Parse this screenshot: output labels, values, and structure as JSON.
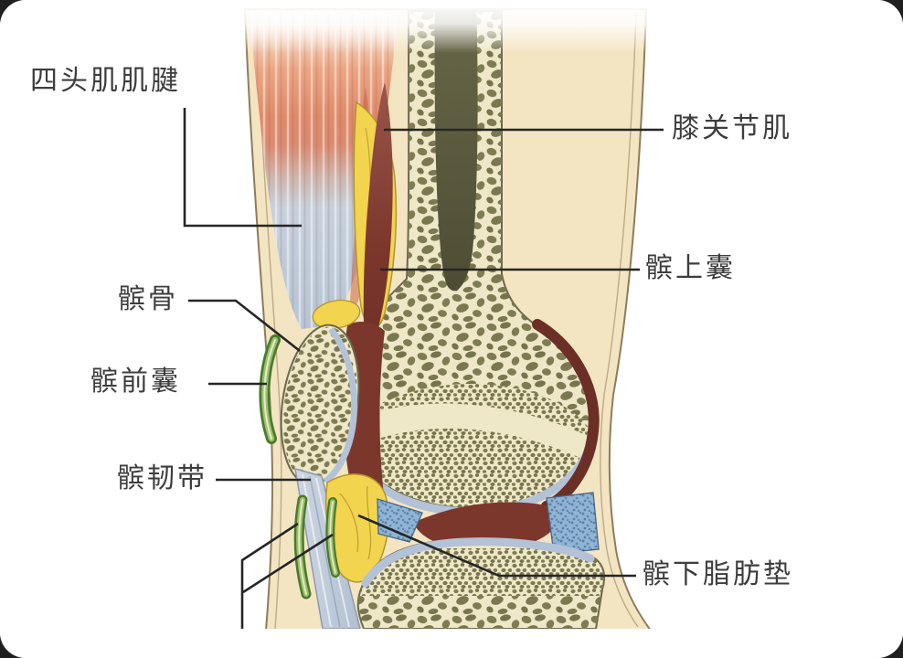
{
  "labels": {
    "quadriceps_tendon": "四头肌肌腱",
    "articularis_genus": "膝关节肌",
    "suprapatellar_bursa": "髌上囊",
    "patella": "髌骨",
    "prepatellar_bursa": "髌前囊",
    "patellar_ligament": "髌韧带",
    "infrapatellar_fat_pad": "髌下脂肪垫"
  },
  "colors": {
    "background_card": "#ffffff",
    "outer_corner": "#1f1f1f",
    "skin": "#f4e5c2",
    "muscle": "#df8a6a",
    "tendon": "#c3cedb",
    "fat": "#f3d44e",
    "bone": "#efe8c8",
    "trabecula": "#7e7c53",
    "marrow": "#55543a",
    "joint_cavity": "#7c372c",
    "cartilage": "#b3c2d6",
    "bursa_green": "#4a7a2c",
    "synovium_blue": "#8fb5d6",
    "leader_line": "#262626",
    "label_text": "#3d3d3d"
  }
}
